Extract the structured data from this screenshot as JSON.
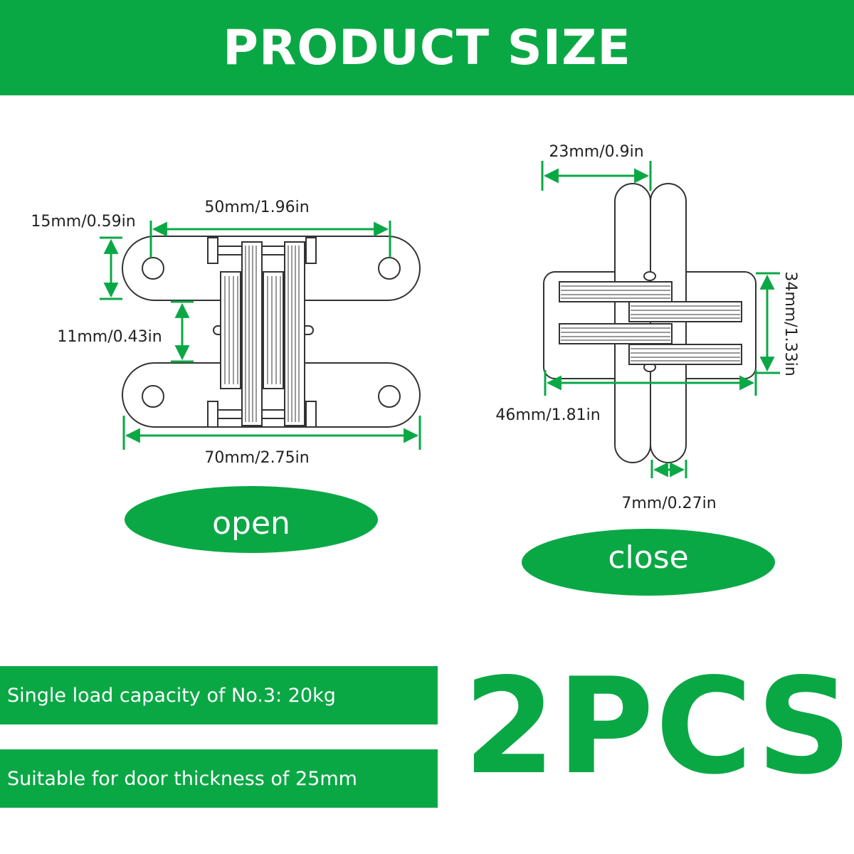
{
  "banner": {
    "title": "PRODUCT SIZE"
  },
  "colors": {
    "accent": "#0aa845",
    "outline": "#333333",
    "text": "#222222"
  },
  "open_view": {
    "label": "open",
    "dim_hole_spacing": "50mm/1.96in",
    "dim_plate_height": "15mm/0.59in",
    "dim_gap": "11mm/0.43in",
    "dim_total_length": "70mm/2.75in"
  },
  "close_view": {
    "label": "close",
    "dim_top_width": "23mm/0.9in",
    "dim_body_height": "34mm/1.33in",
    "dim_body_width": "46mm/1.81in",
    "dim_leaf_width": "7mm/0.27in"
  },
  "info": {
    "load_capacity": "Single load capacity of No.3: 20kg",
    "door_thickness": "Suitable for door thickness of 25mm"
  },
  "quantity": "2PCS"
}
